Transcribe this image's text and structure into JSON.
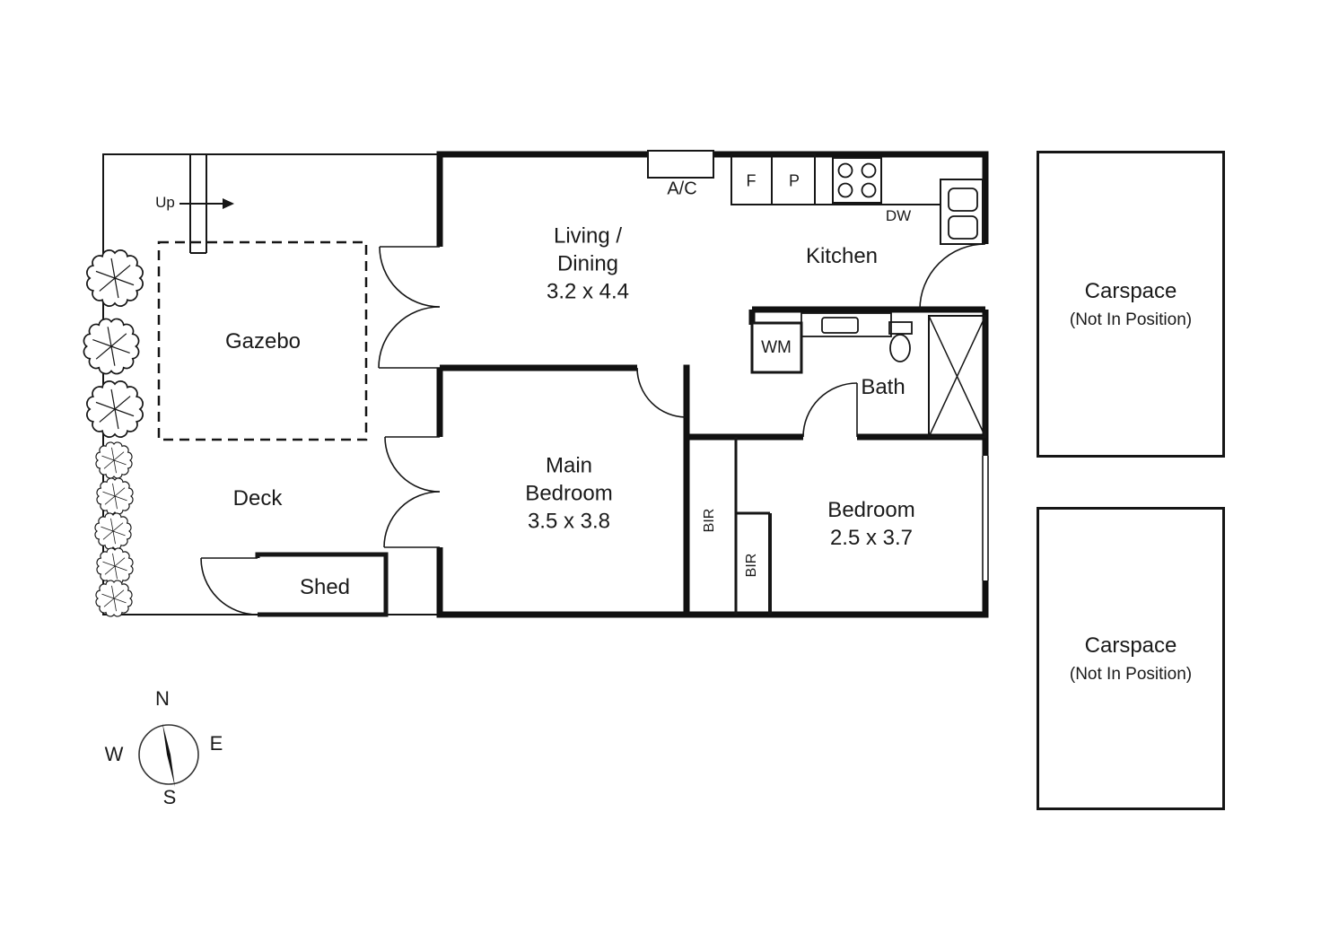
{
  "floorplan": {
    "living": {
      "line1": "Living /",
      "line2": "Dining",
      "dims": "3.2 x 4.4"
    },
    "kitchen": "Kitchen",
    "bath": "Bath",
    "main_bedroom": {
      "line1": "Main",
      "line2": "Bedroom",
      "dims": "3.5 x 3.8"
    },
    "bedroom": {
      "line1": "Bedroom",
      "dims": "2.5 x 3.7"
    },
    "gazebo": "Gazebo",
    "deck": "Deck",
    "shed": "Shed",
    "labels": {
      "ac": "A/C",
      "fridge": "F",
      "pantry": "P",
      "dishwasher": "DW",
      "washing_machine": "WM",
      "bir_main": "BIR",
      "bir_second": "BIR",
      "stairs_up": "Up"
    }
  },
  "carspaces": [
    {
      "title": "Carspace",
      "subtitle": "(Not In Position)"
    },
    {
      "title": "Carspace",
      "subtitle": "(Not In Position)"
    }
  ],
  "compass": {
    "north": "N",
    "east": "E",
    "south": "S",
    "west": "W"
  },
  "colors": {
    "wall": "#111111",
    "text": "#1a1a1a",
    "background": "#ffffff"
  }
}
